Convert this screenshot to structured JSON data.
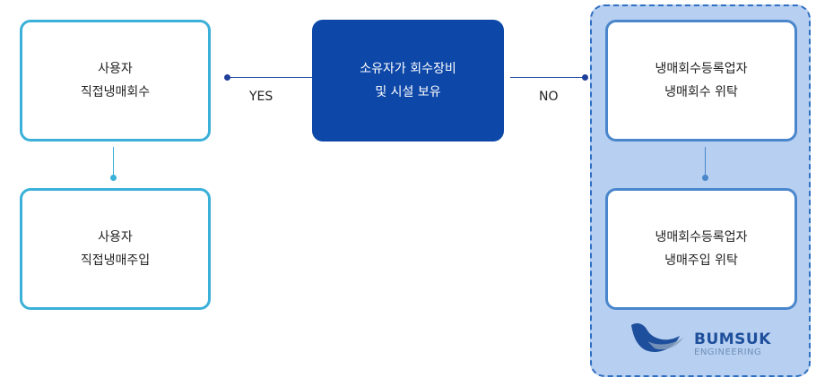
{
  "nodes": {
    "user_recover": [
      "사용자",
      "직접냉매회수"
    ],
    "center": [
      "소유자가 회수장비",
      "및 시설 보유"
    ],
    "user_inject": [
      "사용자",
      "직접냉매주입"
    ],
    "contractor_recover": [
      "냉매회수등록업자",
      "냉매회수 위탁"
    ],
    "contractor_inject": [
      "냉매회수등록업자",
      "냉매주입 위탁"
    ]
  },
  "edges": {
    "yes_label": "YES",
    "no_label": "NO"
  },
  "logo": {
    "name": "BUMSUK",
    "tagline": "ENGINEERING"
  },
  "colors": {
    "center_fill": "#0d47a8",
    "left_border": "#3bb0d8",
    "right_border": "#4a86cc",
    "region_fill": "#b7cff0",
    "region_border": "#2f6fc2"
  }
}
